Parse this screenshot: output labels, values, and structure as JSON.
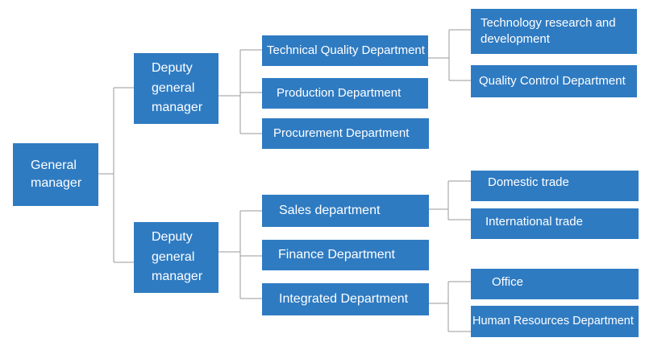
{
  "root": {
    "label": "General\nmanager"
  },
  "deputies": [
    {
      "label": "Deputy\ngeneral\nmanager",
      "departments": [
        {
          "label": "Technical Quality Department",
          "children": [
            "Technology research and development",
            "Quality Control Department"
          ]
        },
        {
          "label": "Production Department",
          "children": []
        },
        {
          "label": "Procurement Department",
          "children": []
        }
      ]
    },
    {
      "label": "Deputy\ngeneral\nmanager",
      "departments": [
        {
          "label": "Sales department",
          "children": [
            "Domestic trade",
            "International trade"
          ]
        },
        {
          "label": "Finance Department",
          "children": []
        },
        {
          "label": "Integrated Department",
          "children": [
            "Office",
            "Human Resources Department"
          ]
        }
      ]
    }
  ],
  "colors": {
    "box": "#2f7bc2",
    "line": "#9a9a9a",
    "text": "#ffffff"
  }
}
